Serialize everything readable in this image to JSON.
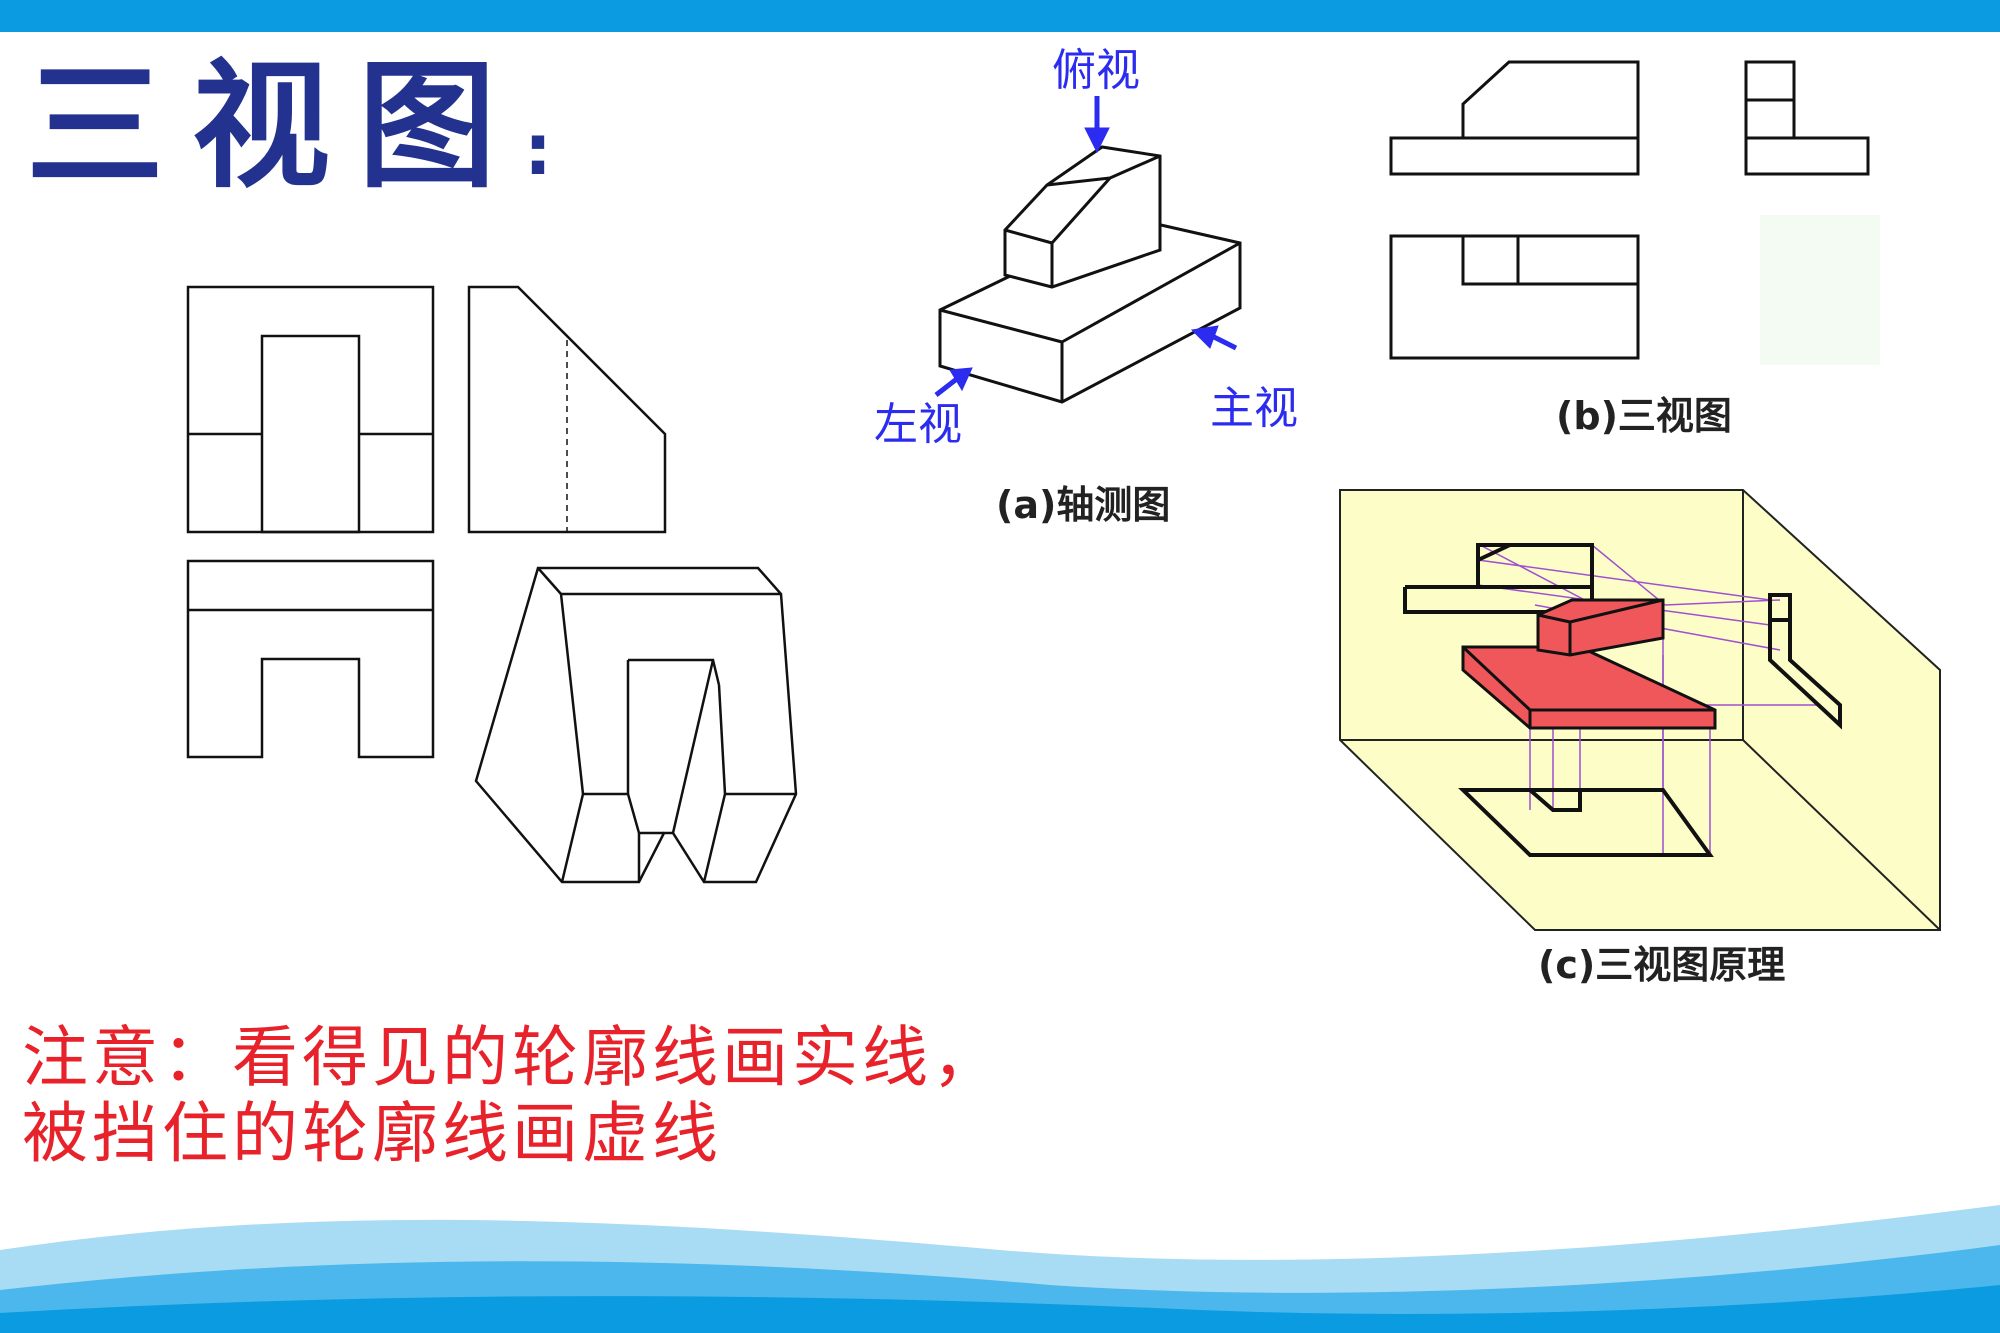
{
  "title": "三视图",
  "title_colon": ":",
  "isometric": {
    "top_label": "俯视",
    "left_label": "左视",
    "front_label": "主视",
    "caption": "(a)轴测图"
  },
  "three_view": {
    "caption": "(b)三视图"
  },
  "principle": {
    "caption": "(c)三视图原理"
  },
  "note": {
    "line1": "注意：看得见的轮廓线画实线，",
    "line2": "被挡住的轮廓线画虚线"
  },
  "colors": {
    "top_bar": "#0a9be0",
    "title": "#23318f",
    "note": "#e8222a",
    "arrow_label": "#2b2cf0",
    "box_fill": "#fdfdc8",
    "projection_fill": "#f0575b"
  }
}
